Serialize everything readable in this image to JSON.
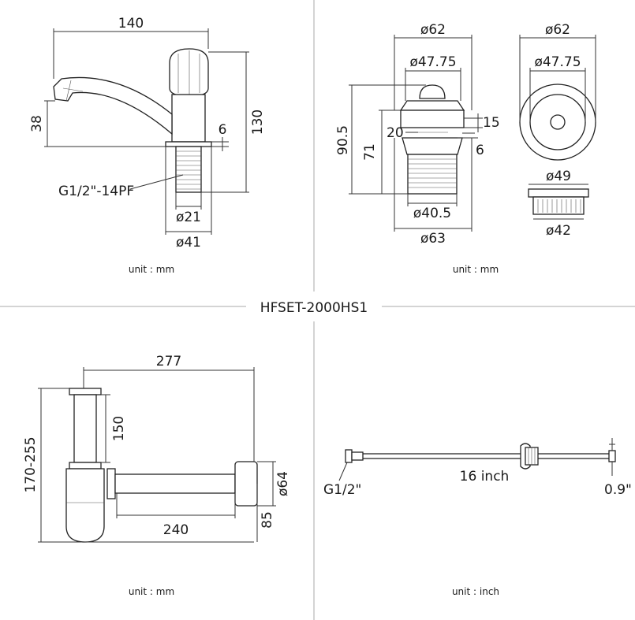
{
  "title": "HFSET-2000HS1",
  "faucet": {
    "width": "140",
    "spout_height": "38",
    "total_height": "130",
    "flange": "6",
    "thread": "G1/2\"-14PF",
    "thread_dia": "ø21",
    "base_dia": "ø41",
    "unit": "unit : mm"
  },
  "drain": {
    "outer_dia": "ø62",
    "inner_dia": "ø47.75",
    "total_height": "90.5",
    "body_height": "71",
    "gap_a": "15",
    "gap_b": "20",
    "gap_c": "6",
    "thread_dia": "ø40.5",
    "base_dia": "ø63",
    "top_outer_dia": "ø62",
    "top_inner_dia": "ø47.75",
    "nut_top_dia": "ø49",
    "nut_bottom_dia": "ø42",
    "unit": "unit : mm"
  },
  "trap": {
    "width": "277",
    "height_range": "170-255",
    "tube_length": "150",
    "arm_length": "240",
    "wall_dia": "ø64",
    "wall_height": "85",
    "unit": "unit : mm"
  },
  "hose": {
    "length": "16 inch",
    "fitting": "G1/2\"",
    "diameter": "0.9\"",
    "unit": "unit : inch"
  }
}
